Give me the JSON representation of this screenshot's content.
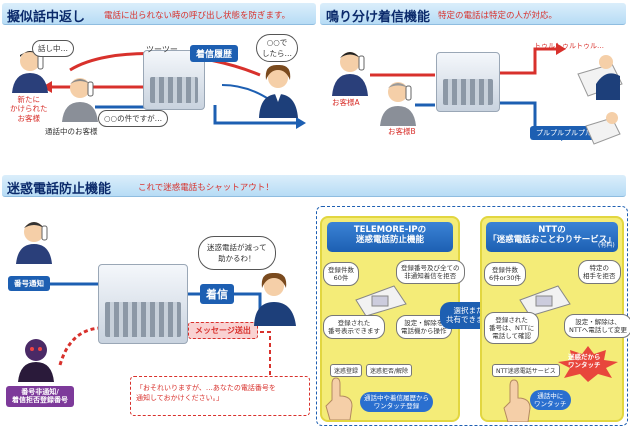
{
  "section1": {
    "title": "擬似話中返し",
    "subtitle": "電話に出られない時の呼び出し状態を防ぎます。",
    "caller_bubble": "話し中…",
    "tone_label": "ツーツー",
    "incoming_tag": "着信履歴",
    "callback_bubble": "○○で\nしたら…",
    "in_call_bubble": "○○の件ですが…",
    "new_caller_label": "新たに\nかけられた\nお客様",
    "in_call_label": "通話中のお客様"
  },
  "section2": {
    "title": "鳴り分け着信機能",
    "subtitle": "特定の電話は特定の人が対応。",
    "ring_a": "トゥルトゥルトゥル…",
    "ring_b": "プルプルプルプル…",
    "customer_a": "お客様A",
    "customer_b": "お客様B"
  },
  "section3": {
    "title": "迷惑電話防止機能",
    "subtitle": "これで迷惑電話もシャットアウト！",
    "caller_id_tag": "番号通知",
    "blocked_tag": "番号非通知/\n着信拒否登録番号",
    "relief_bubble": "迷惑電話が減って\n助かるわ！",
    "incoming_tag": "着信",
    "message_tag": "メッセージ送出",
    "message_text": "「おそれいりますが、…あなたの電話番号を\n通知しておかけください。」",
    "shared_bubble": "選択または\n共有できます！",
    "panel_left": {
      "banner": "TELEMORE-IPの\n迷惑電話防止機能",
      "b1": "登録件数\n60件",
      "b2": "登録番号及び全ての\n非通知着信を拒否",
      "b3": "登録された\n番号表示できます",
      "b4": "設定・解除を\n電話機から操作",
      "btn1": "迷惑登録",
      "btn2": "迷惑拒否/解除",
      "oval": "通話中や着信履歴から\nワンタッチ登録"
    },
    "panel_right": {
      "banner": "NTTの\n「迷惑電話おことわりサービス」",
      "banner_note": "(有料)",
      "b1": "登録件数\n6件or30件",
      "b2": "特定の\n相手を拒否",
      "b3": "登録された\n番号は、NTTに\n電話して確認",
      "b4": "設定・解除は、\nNTTへ電話して変更",
      "btn1": "NTT迷惑電話サービス",
      "star": "迷惑だから\nワンタッチ",
      "oval": "通話中に\nワンタッチ"
    }
  },
  "colors": {
    "header_bg": "#c6e4f8",
    "header_title": "#0b2a6b",
    "accent_red": "#d8312c",
    "accent_blue": "#1d5fb2",
    "panel_yellow": "#f4ec78"
  }
}
